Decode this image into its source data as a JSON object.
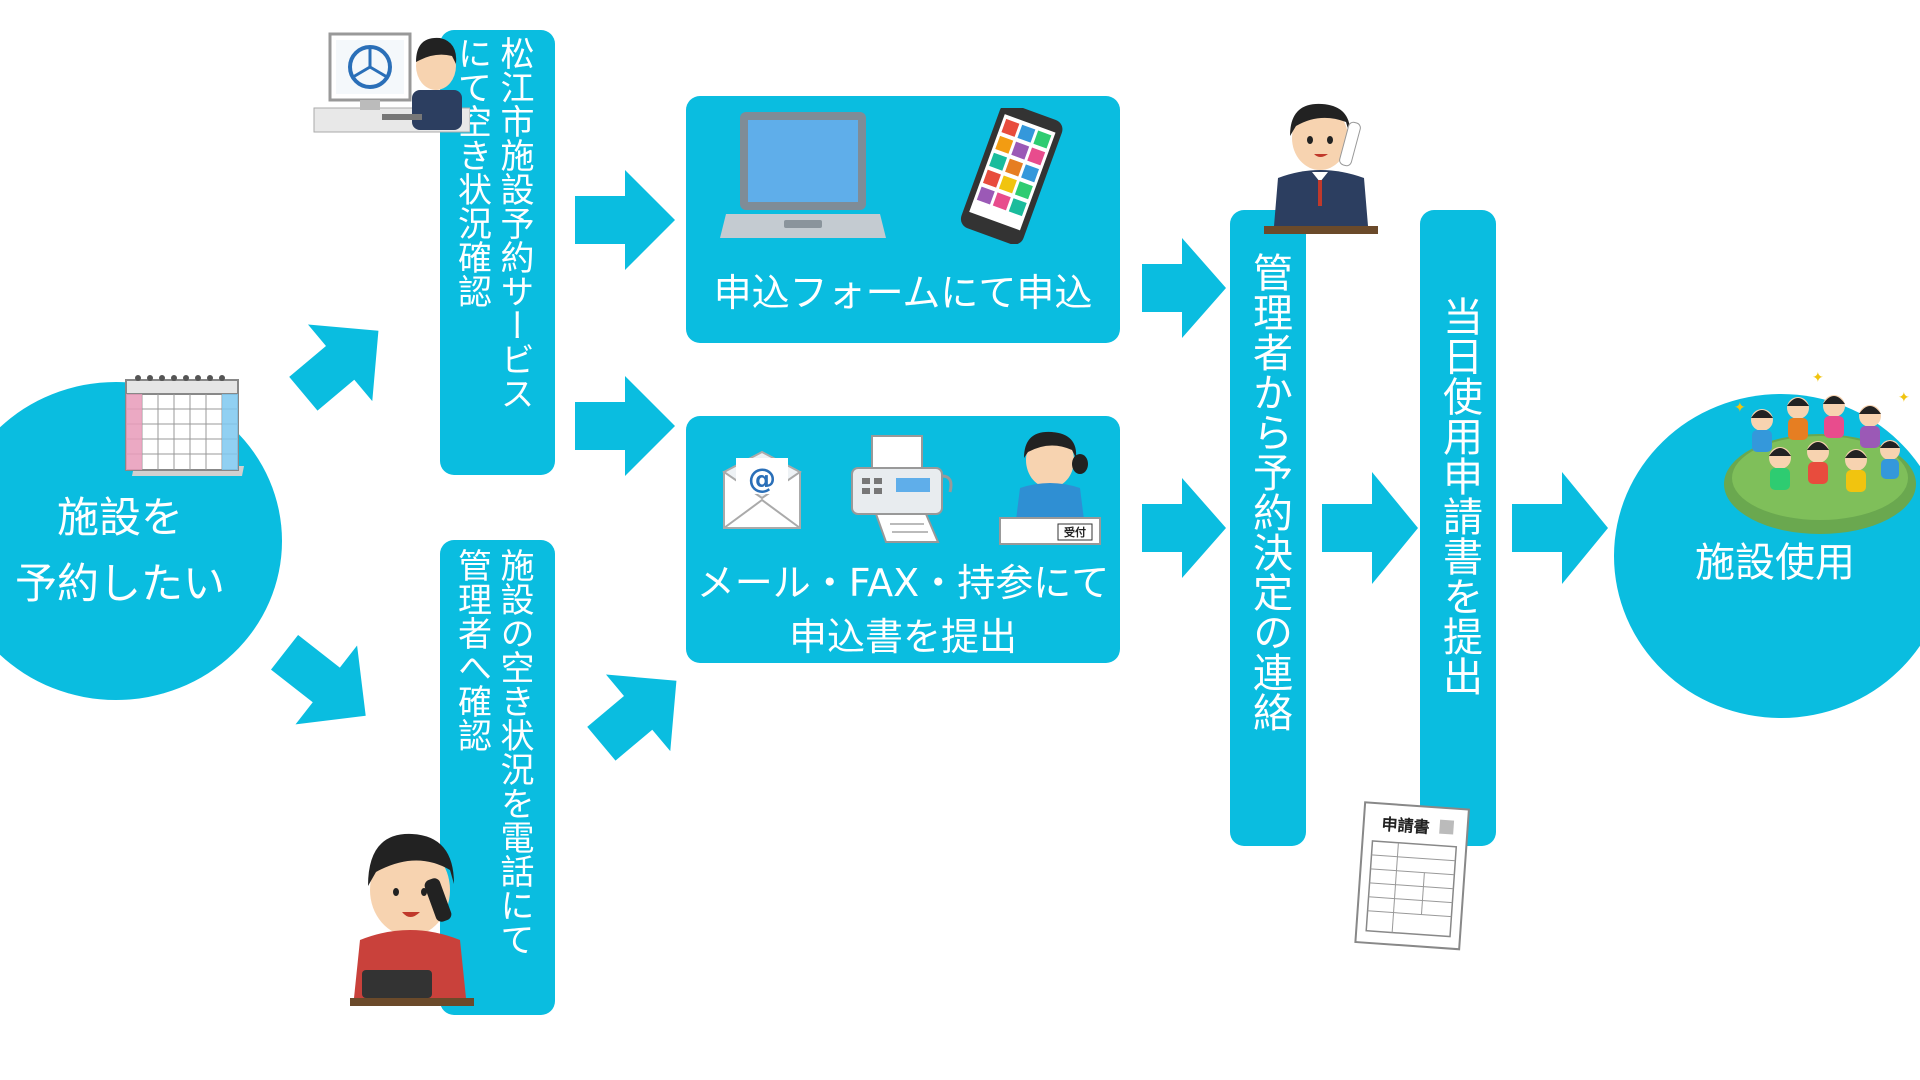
{
  "colors": {
    "accent": "#0abde0",
    "text_on_accent": "#ffffff"
  },
  "start": {
    "line1": "施設を",
    "line2": "予約したい"
  },
  "online_check": {
    "col1": "松江市施設予約サービス",
    "col2": "にて空き状況確認"
  },
  "phone_check": {
    "col1": "施設の空き状況を電話にて",
    "col2": "管理者へ確認"
  },
  "form_apply": {
    "label": "申込フォームにて申込"
  },
  "paper_apply": {
    "line1": "メール・FAX・持参にて",
    "line2": "申込書を提出"
  },
  "reception_desk": {
    "label": "受付"
  },
  "admin_contact": {
    "label": "管理者から予約決定の連絡"
  },
  "day_of": {
    "label": "当日使用申請書を提出"
  },
  "application_form": {
    "label": "申請書"
  },
  "end": {
    "label": "施設使用"
  },
  "icons": [
    "computer-user-icon",
    "calendar-icon",
    "laptop-icon",
    "smartphone-icon",
    "email-icon",
    "fax-icon",
    "receptionist-icon",
    "phone-caller-icon",
    "phone-manager-icon",
    "application-form-icon",
    "children-playing-icon"
  ]
}
